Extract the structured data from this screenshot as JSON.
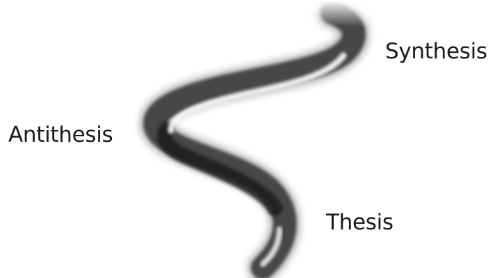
{
  "diagram": {
    "labels": {
      "synthesis": "Synthesis",
      "antithesis": "Antithesis",
      "thesis": "Thesis"
    },
    "colors": {
      "background": "#ffffff",
      "text": "#1a1a1a",
      "ribbon_dark": "#2b2b2b",
      "ribbon_light": "#f4f4f4"
    }
  }
}
